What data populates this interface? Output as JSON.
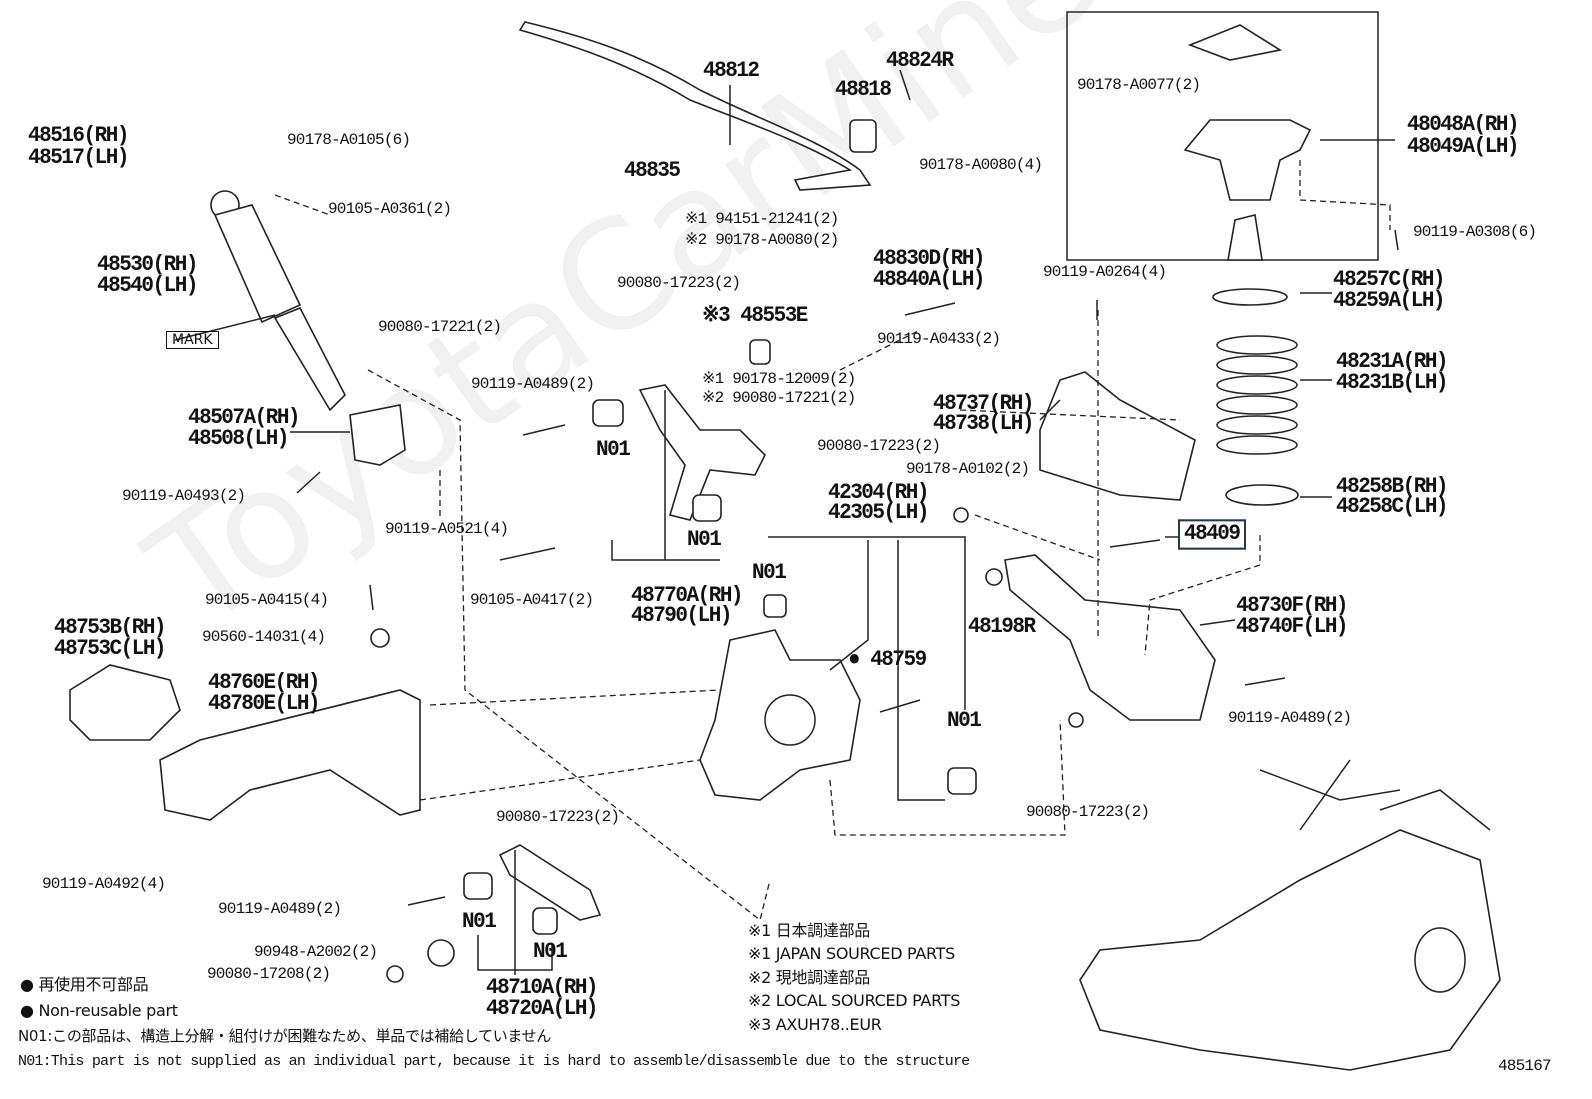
{
  "watermark": "ToyotaCarMine.ru",
  "figure_number": "485167",
  "highlighted_part": "48409",
  "labels": [
    "48516(RH)",
    "48517(LH)",
    "90178-A0105(6)",
    "90105-A0361(2)",
    "48530(RH)",
    "48540(LH)",
    "MARK",
    "90080-17221(2)",
    "48507A(RH)",
    "48508(LH)",
    "90119-A0493(2)",
    "90119-A0521(4)",
    "48812",
    "48818",
    "48824R",
    "48835",
    "90178-A0080(4)",
    "※1 94151-21241(2)",
    "※2 90178-A0080(2)",
    "90080-17223(2)",
    "48830D(RH)",
    "48840A(LH)",
    "※3 48553E",
    "90119-A0433(2)",
    "※1 90178-12009(2)",
    "※2 90080-17221(2)",
    "90119-A0489(2)",
    "N01",
    "90080-17223(2)",
    "48737(RH)",
    "48738(LH)",
    "90178-A0102(2)",
    "42304(RH)",
    "42305(LH)",
    "N01",
    "N01",
    "90105-A0417(2)",
    "48770A(RH)",
    "48790(LH)",
    "90178-A0077(2)",
    "48048A(RH)",
    "48049A(LH)",
    "90119-A0308(6)",
    "90119-A0264(4)",
    "48257C(RH)",
    "48259A(LH)",
    "48231A(RH)",
    "48231B(LH)",
    "48258B(RH)",
    "48258C(LH)",
    "48409",
    "48198R",
    "48730F(RH)",
    "48740F(LH)",
    "90119-A0489(2)",
    "90105-A0415(4)",
    "90560-14031(4)",
    "48753B(RH)",
    "48753C(LH)",
    "48760E(RH)",
    "48780E(LH)",
    "● 48759",
    "N01",
    "90080-17223(2)",
    "90080-17223(2)",
    "90119-A0492(4)",
    "90119-A0489(2)",
    "N01",
    "N01",
    "90948-A2002(2)",
    "90080-17208(2)",
    "48710A(RH)",
    "48720A(LH)"
  ],
  "legend": {
    "non_reusable_jp": "● 再使用不可部品",
    "non_reusable_en": "● Non-reusable part",
    "n01_jp": "N01:この部品は、構造上分解・組付けが困難なため、単品では補給していません",
    "n01_en": "N01:This part is not supplied as an individual part, because it is hard to assemble/disassemble due to the structure"
  },
  "sourcing_notes": [
    "※1 日本調達部品",
    "※1 JAPAN SOURCED PARTS",
    "※2 現地調達部品",
    "※2 LOCAL SOURCED PARTS",
    "※3 AXUH78..EUR"
  ]
}
